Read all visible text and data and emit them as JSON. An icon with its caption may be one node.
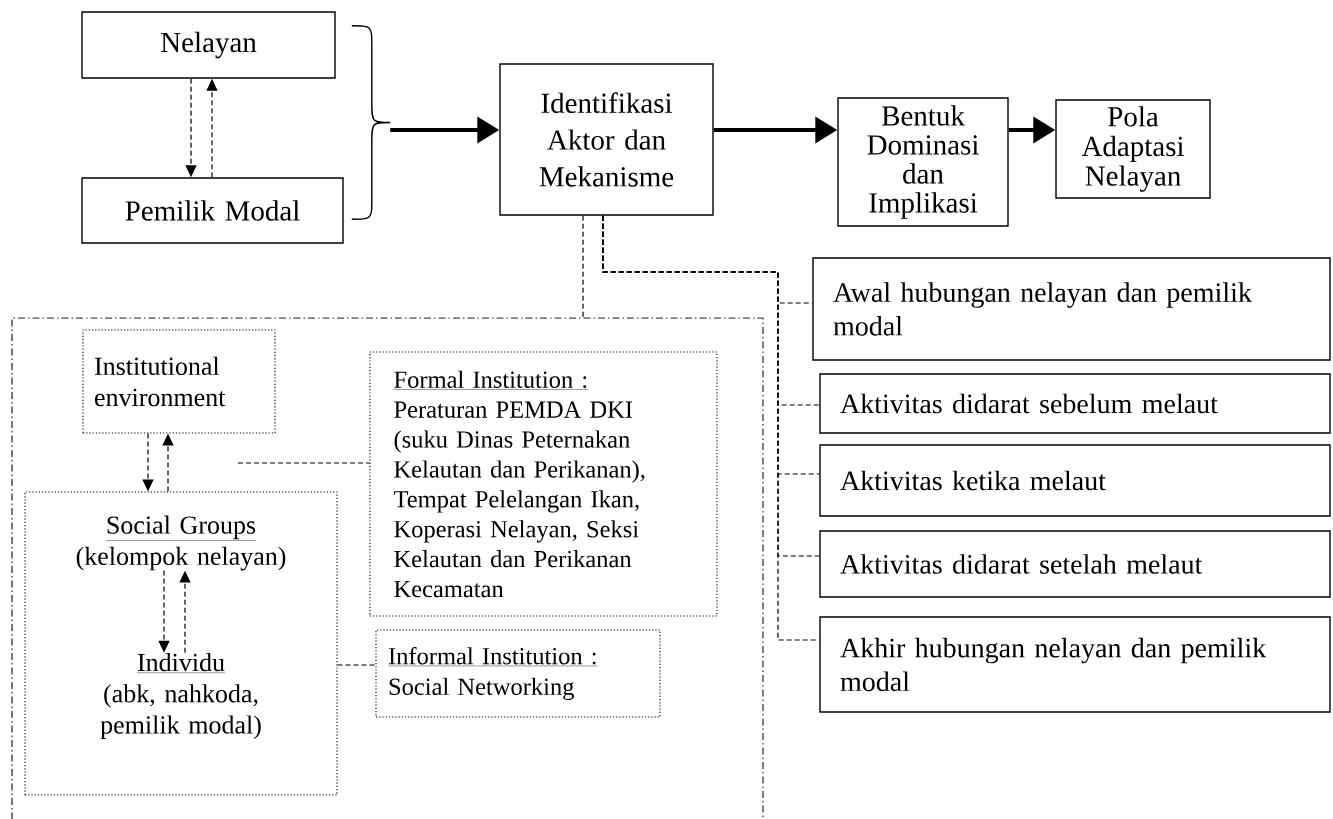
{
  "diagram": {
    "nodes": [
      {
        "text": [
          "Nelayan"
        ]
      },
      {
        "text": [
          "Pemilik Modal"
        ]
      },
      {
        "text": [
          "Identifikasi Aktor dan Mekanisme"
        ]
      },
      {
        "text": [
          "Bentuk Dominasi dan Implikasi"
        ]
      },
      {
        "text": [
          "Pola Adaptasi Nelayan"
        ]
      },
      {
        "text": [],
        "shape": "box"
      },
      {
        "text": [
          "Institutional environment"
        ],
        "in": 5
      },
      {
        "text": [],
        "shape": "box",
        "in": 5
      },
      {
        "text": [
          "Social Groups",
          "(kelompok nelayan)"
        ],
        "in": 7
      },
      {
        "text": [
          "Individu",
          "(abk, nahkoda, pemilik modal)"
        ],
        "in": 7
      },
      {
        "text": [
          "Formal Institution :",
          "Peraturan PEMDA DKI (suku Dinas Peternakan Kelautan dan Perikanan), Tempat Pelelangan Ikan, Koperasi Nelayan, Seksi Kelautan dan Perikanan Kecamatan"
        ],
        "in": 5
      },
      {
        "text": [
          "Informal Institution :",
          "Social Networking"
        ],
        "in": 5
      },
      {
        "text": [
          "Awal hubungan nelayan dan pemilik modal"
        ]
      },
      {
        "text": [
          "Aktivitas didarat sebelum melaut"
        ]
      },
      {
        "text": [
          "Aktivitas ketika melaut"
        ]
      },
      {
        "text": [
          "Aktivitas didarat setelah melaut"
        ]
      },
      {
        "text": [
          "Akhir hubungan nelayan dan pemilik modal"
        ]
      },
      {
        "text": [],
        "shape": "brace"
      }
    ],
    "edges": [
      {
        "from": 0,
        "to": 1,
        "arrow": "to",
        "style": "dashed"
      },
      {
        "from": 1,
        "to": 0,
        "arrow": "to",
        "style": "dashed"
      },
      {
        "from": 17,
        "to": 2,
        "arrow": "to",
        "style": "thick"
      },
      {
        "from": 2,
        "to": 3,
        "arrow": "to",
        "style": "thick"
      },
      {
        "from": 3,
        "to": 4,
        "arrow": "to",
        "style": "thick"
      },
      {
        "from": 2,
        "to": 5,
        "arrow": "none",
        "style": "dashed"
      },
      {
        "from": 2,
        "to": 12,
        "arrow": "none",
        "style": "dashed"
      },
      {
        "from": 2,
        "to": 13,
        "arrow": "none",
        "style": "dashed"
      },
      {
        "from": 2,
        "to": 14,
        "arrow": "none",
        "style": "dashed"
      },
      {
        "from": 2,
        "to": 15,
        "arrow": "none",
        "style": "dashed"
      },
      {
        "from": 2,
        "to": 16,
        "arrow": "none",
        "style": "dashed"
      },
      {
        "from": 6,
        "to": 7,
        "arrow": "to",
        "style": "dashed"
      },
      {
        "from": 7,
        "to": 6,
        "arrow": "to",
        "style": "dashed"
      },
      {
        "from": 8,
        "to": 9,
        "arrow": "to",
        "style": "dashed"
      },
      {
        "from": 9,
        "to": 8,
        "arrow": "to",
        "style": "dashed"
      },
      {
        "from": null,
        "to": 10,
        "arrow": "none",
        "style": "dashed"
      },
      {
        "from": 7,
        "to": 11,
        "arrow": "none",
        "style": "dashed"
      }
    ]
  }
}
